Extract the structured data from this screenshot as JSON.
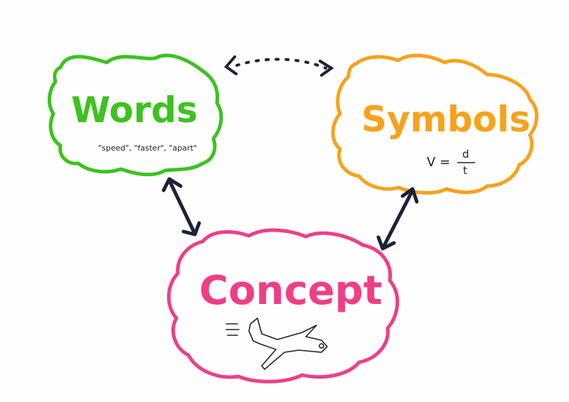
{
  "nodes": {
    "words": {
      "label": "Words",
      "examples": "\"speed\", \"faster\", \"apart\"",
      "color": "#3dc21f"
    },
    "symbols": {
      "label": "Symbols",
      "formula_left": "V =",
      "formula_num": "d",
      "formula_den": "t",
      "color": "#f7a21b"
    },
    "concept": {
      "label": "Concept",
      "color": "#ee3f86"
    }
  },
  "icons": {
    "concept_illustration": "airplane-icon"
  },
  "colors": {
    "arrows": "#1d2236"
  }
}
